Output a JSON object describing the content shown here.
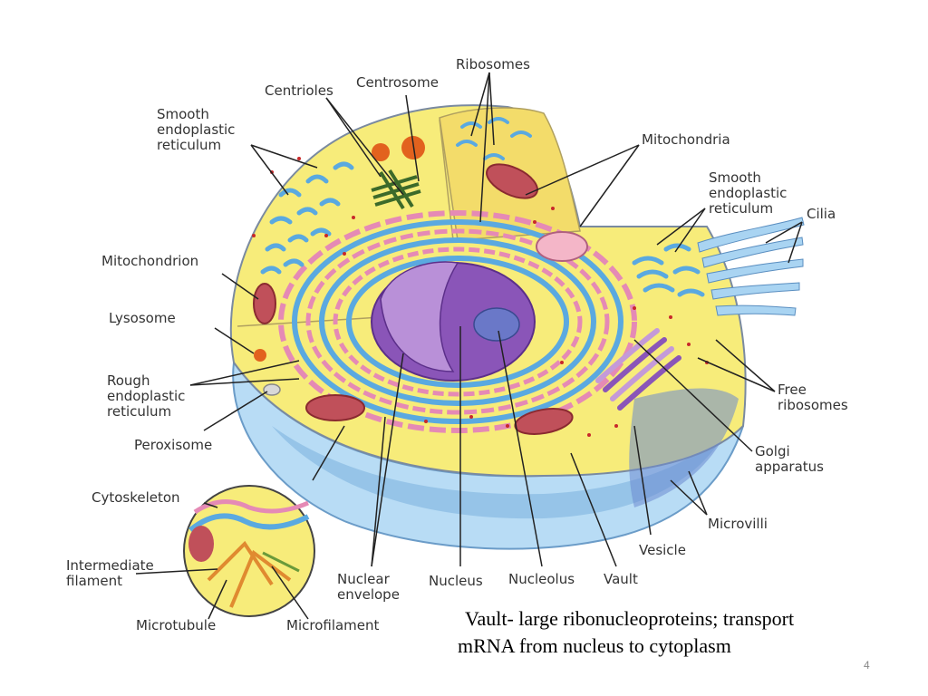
{
  "labels": {
    "centrioles": "Centrioles",
    "centrosome": "Centrosome",
    "ribosomes": "Ribosomes",
    "smooth_er_left_1": "Smooth",
    "smooth_er_left_2": "endoplastic",
    "smooth_er_left_3": "reticulum",
    "mitochondria": "Mitochondria",
    "smooth_er_right_1": "Smooth",
    "smooth_er_right_2": "endoplastic",
    "smooth_er_right_3": "reticulum",
    "cilia": "Cilia",
    "mitochondrion": "Mitochondrion",
    "lysosome": "Lysosome",
    "rough_er_1": "Rough",
    "rough_er_2": "endoplastic",
    "rough_er_3": "reticulum",
    "free_ribosomes_1": "Free",
    "free_ribosomes_2": "ribosomes",
    "peroxisome": "Peroxisome",
    "golgi_1": "Golgi",
    "golgi_2": "apparatus",
    "cytoskeleton": "Cytoskeleton",
    "microvilli": "Microvilli",
    "vesicle": "Vesicle",
    "intermediate_filament_1": "Intermediate",
    "intermediate_filament_2": "filament",
    "nuclear_envelope_1": "Nuclear",
    "nuclear_envelope_2": "envelope",
    "nucleus": "Nucleus",
    "nucleolus": "Nucleolus",
    "vault": "Vault",
    "microtubule": "Microtubule",
    "microfilament": "Microfilament"
  },
  "caption": {
    "line1": "Vault- large ribonucleoproteins; transport",
    "line2": "mRNA from nucleus to cytoplasm"
  },
  "page_number": "4",
  "colors": {
    "cytoplasm": "#f7ec7a",
    "membrane_blue": "#a9d4f2",
    "er_blue": "#5aa9e0",
    "rough_er_pink": "#e58ab5",
    "nucleus_purple": "#8a55b8",
    "nucleolus": "#6a78c8",
    "mitochondria": "#c0505a",
    "centrioles": "#3c6a2a",
    "ribosome_red": "#c8282a"
  }
}
